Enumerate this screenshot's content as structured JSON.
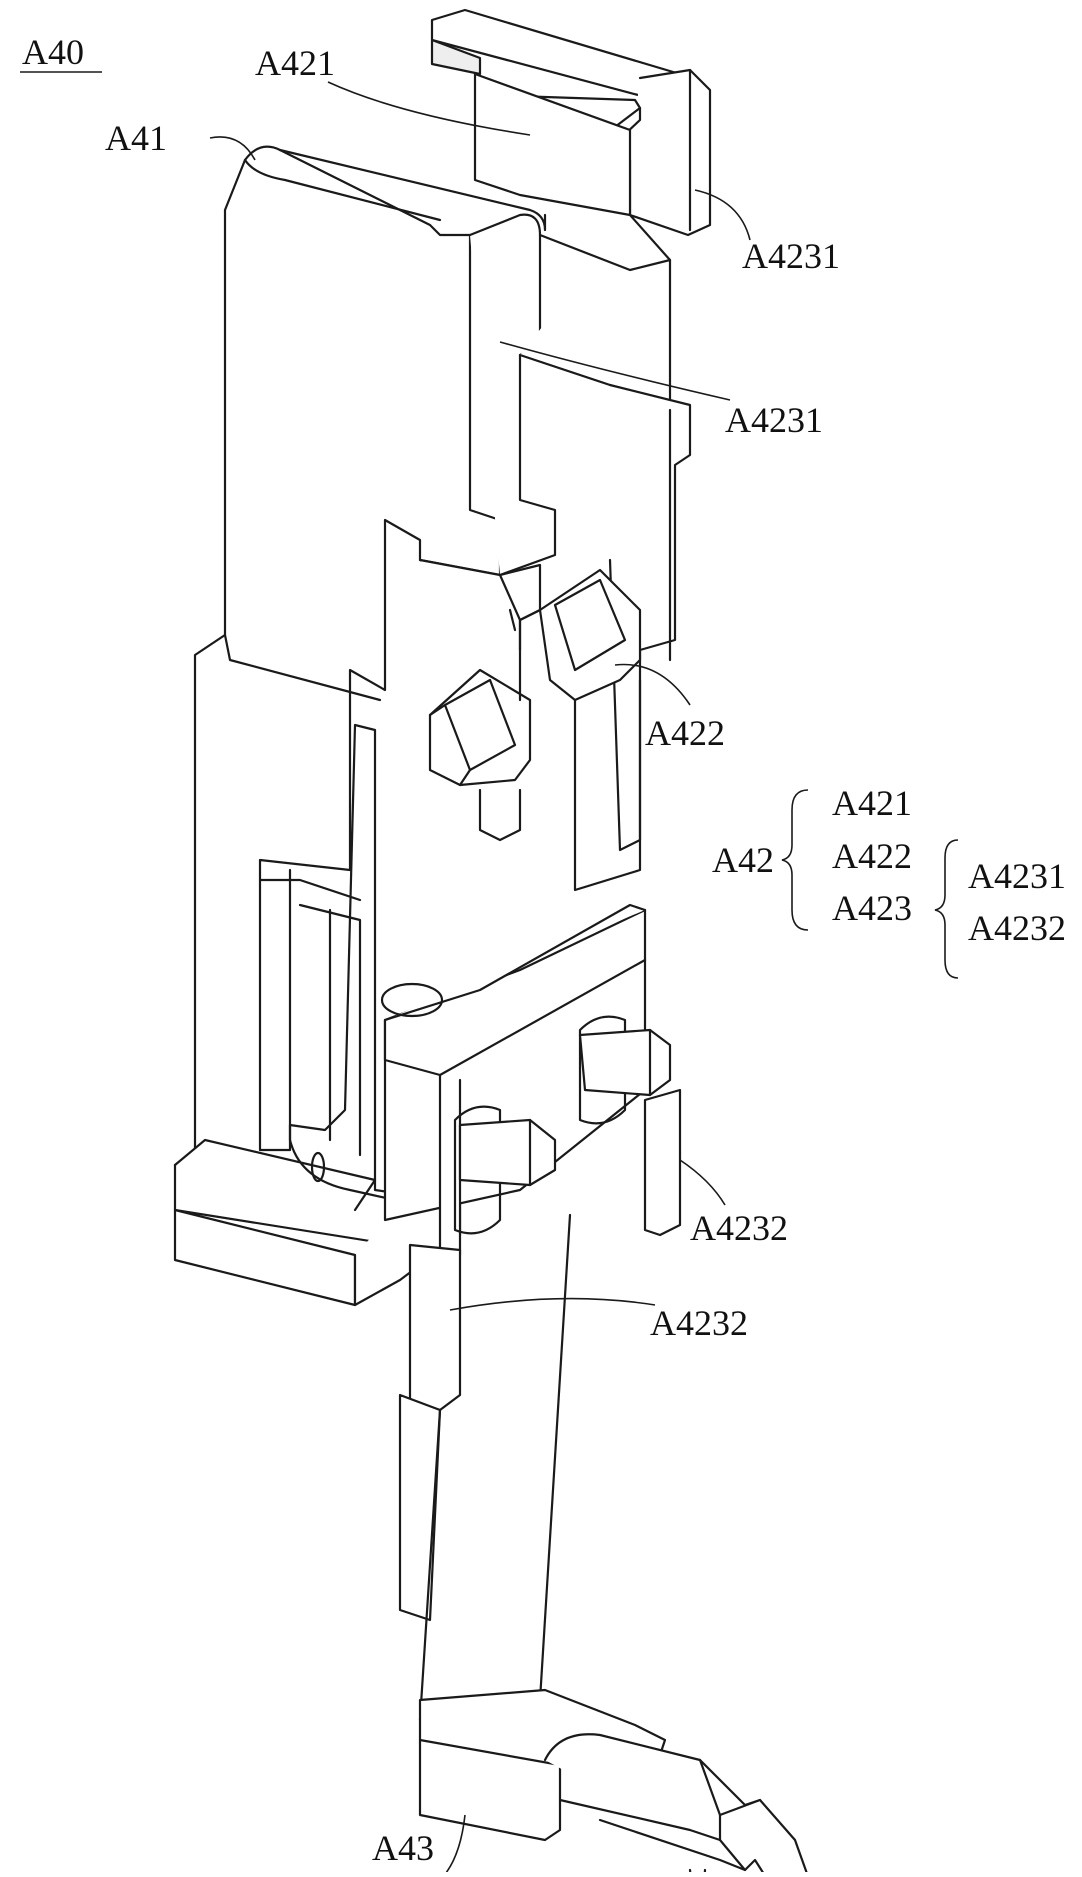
{
  "figure": {
    "ref_label": "A40",
    "labels": {
      "a41": "A41",
      "a421_top": "A421",
      "a4231_upper": "A4231",
      "a4231_lower": "A4231",
      "a422": "A422",
      "a4232_upper": "A4232",
      "a4232_lower": "A4232",
      "a43": "A43"
    },
    "legend": {
      "group": "A42",
      "members": [
        "A421",
        "A422",
        "A423"
      ],
      "sub_group_parent": "A423",
      "sub_members": [
        "A4231",
        "A4232"
      ]
    }
  }
}
